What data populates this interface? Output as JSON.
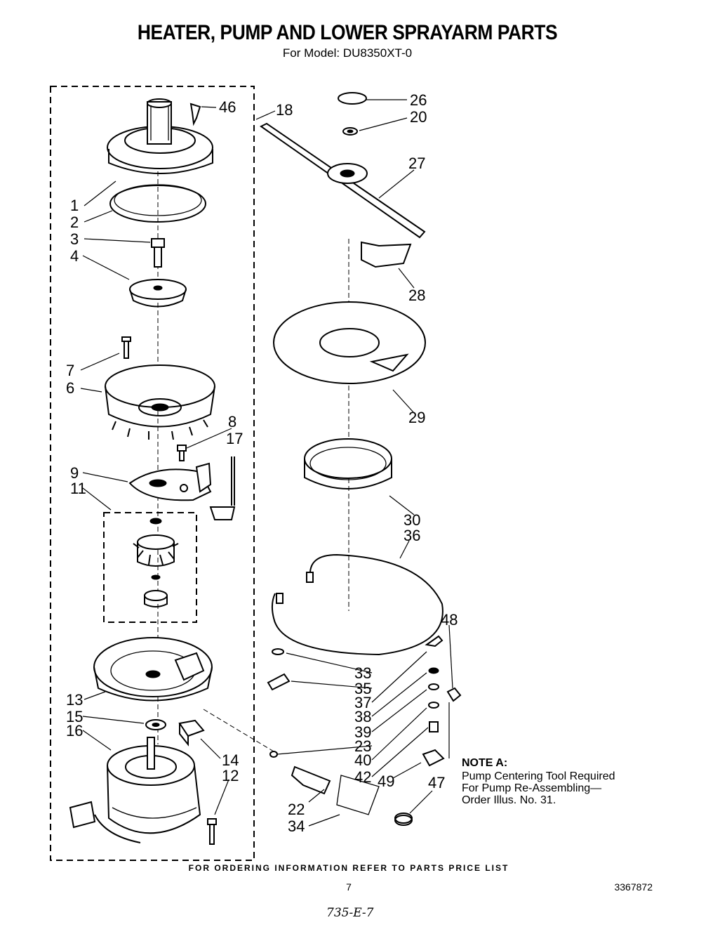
{
  "header": {
    "title": "HEATER, PUMP AND LOWER SPRAYARM PARTS",
    "subtitle": "For Model: DU8350XT-0"
  },
  "callouts": {
    "c46": "46",
    "c18": "18",
    "c1": "1",
    "c2": "2",
    "c3": "3",
    "c4": "4",
    "c7": "7",
    "c6": "6",
    "c8": "8",
    "c17": "17",
    "c9": "9",
    "c11": "11",
    "c13": "13",
    "c15": "15",
    "c16": "16",
    "c14": "14",
    "c12": "12",
    "c26": "26",
    "c20": "20",
    "c27": "27",
    "c28": "28",
    "c29": "29",
    "c30": "30",
    "c36": "36",
    "c48": "48",
    "c33": "33",
    "c35": "35",
    "c37": "37",
    "c38": "38",
    "c39": "39",
    "c23": "23",
    "c40": "40",
    "c42": "42",
    "c49": "49",
    "c47": "47",
    "c22": "22",
    "c34": "34"
  },
  "note": {
    "title": "NOTE A:",
    "line1": "Pump Centering Tool Required",
    "line2": "For Pump Re-Assembling—",
    "line3": "Order Illus. No. 31."
  },
  "footer": {
    "ordering": "FOR ORDERING INFORMATION REFER TO PARTS PRICE LIST",
    "page_number": "7",
    "doc_number": "3367872",
    "handwritten": "735-E-7"
  }
}
